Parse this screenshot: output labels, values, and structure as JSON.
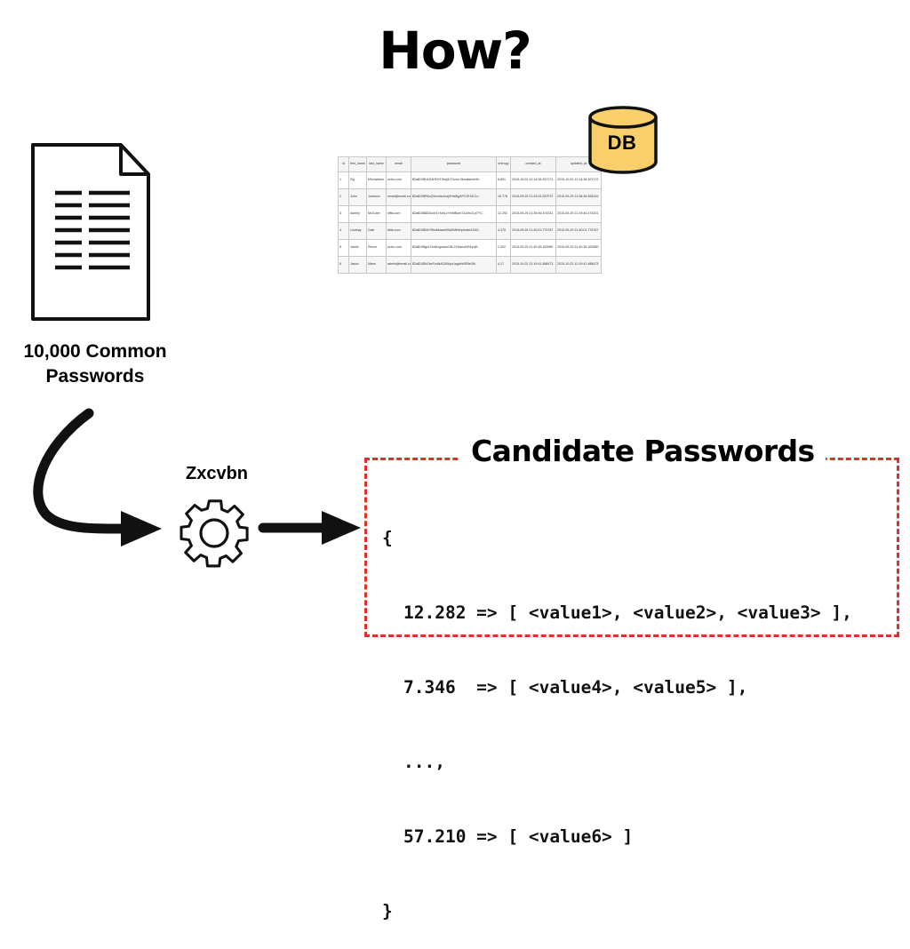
{
  "title": "How?",
  "wordlist": {
    "caption_line1": "10,000 Common",
    "caption_line2": "Passwords",
    "icon": "document-icon"
  },
  "database": {
    "label": "DB",
    "icon": "database-cylinder-icon",
    "fill_color": "#f9cf6b",
    "table": {
      "columns": [
        "id",
        "first_name",
        "last_name",
        "email",
        "password",
        "entropy",
        "created_at",
        "updated_at"
      ],
      "rows": [
        [
          "1",
          "Zig",
          "Michaelson",
          "zzfcc.com",
          "$2a$10$H4G3HDhTHwji1i7Gznu.9koaksbdv9k..",
          "6.801",
          "2015-10-02 12:14:38.397172",
          "2015-10-02 12:14:38.397172"
        ],
        [
          "2",
          "John",
          "Johnson",
          "email@email.com",
          "$2a$10$P6oQ9wnhwAxzj9HxtBjy4PC3Fn5.Cx..",
          "10.776",
          "2015-09-29 21:33:09.287972",
          "2015-09-29 21:38:35.458149"
        ],
        [
          "3",
          "Ashley",
          "McGuire",
          "sfffa.com",
          "$2a$10$8DDu0r4.HzbLzYmMBom73z2bGLjr7YC..",
          "12.292",
          "2015-09-29 21:39:46.474331",
          "2015-09-29 21:39:46.474331"
        ],
        [
          "4",
          "Lindsay",
          "Dale",
          "ltdfa.com",
          "$2a$10$Nh7fHw8kAweWkWMtWnpbwfw153G..",
          "4.375",
          "2015-09-29 21:40:01.775767",
          "2015-09-29 21:40:01.775767"
        ],
        [
          "5",
          "Jamie",
          "Pierce",
          "zzfcc.com",
          "$2a$10$gc1OmkUgularnOkL21WwuArRepqH..",
          "2.002",
          "2015-09-29 21:40:35.163980",
          "2015-09-29 21:40:35.163980"
        ],
        [
          "6",
          "Jason",
          "Mann",
          "admin@email.com",
          "$2a$10$hGbzFcr8k4C8WyxUagdxWRBe3Ih..",
          "4.17",
          "2015-10-02 12:19:41.488473",
          "2015-10-02 12:19:41.488473"
        ]
      ]
    }
  },
  "engine": {
    "label": "Zxcvbn",
    "icon": "gear-icon"
  },
  "candidates": {
    "title": "Candidate Passwords",
    "border_color": "#e0302a",
    "code_lines": [
      "{",
      "12.282 => [ <value1>, <value2>, <value3> ],",
      "7.346  => [ <value4>, <value5> ],",
      "...,",
      "57.210 => [ <value6> ]",
      "}"
    ]
  }
}
